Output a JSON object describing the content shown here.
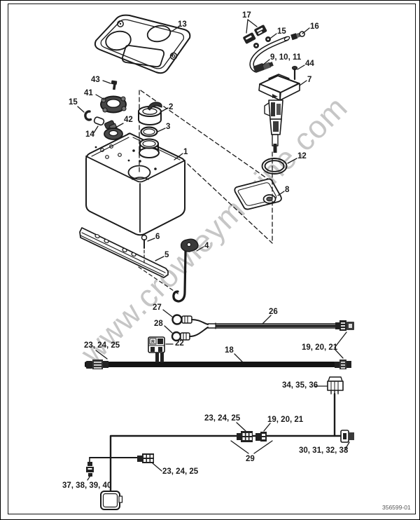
{
  "page": {
    "watermark": "www.crowleymarine.com",
    "doc_number": "356599-01",
    "background_color": "#ffffff",
    "line_color": "#1a1a1a",
    "watermark_color": "#bdbdbd"
  },
  "callouts": {
    "c1": "1",
    "c2": "2",
    "c3": "3",
    "c4": "4",
    "c5": "5",
    "c6": "6",
    "c7": "7",
    "c8": "8",
    "c9_10_11": "9, 10, 11",
    "c12": "12",
    "c13": "13",
    "c14": "14",
    "c15_top": "15",
    "c15_left": "15",
    "c16": "16",
    "c17": "17",
    "c18": "18",
    "c19_20_21_right": "19, 20, 21",
    "c19_20_21_mid": "19, 20, 21",
    "c22": "22",
    "c23_24_25_left": "23, 24, 25",
    "c23_24_25_mid": "23, 24, 25",
    "c23_24_25_bottom": "23, 24, 25",
    "c26": "26",
    "c27": "27",
    "c28": "28",
    "c29": "29",
    "c30_31_32_33": "30, 31, 32, 33",
    "c34_35_36": "34, 35, 36",
    "c37_38_39_40": "37, 38, 39, 40",
    "c41": "41",
    "c42": "42",
    "c43": "43",
    "c44": "44",
    "connector22_marking": "R"
  }
}
